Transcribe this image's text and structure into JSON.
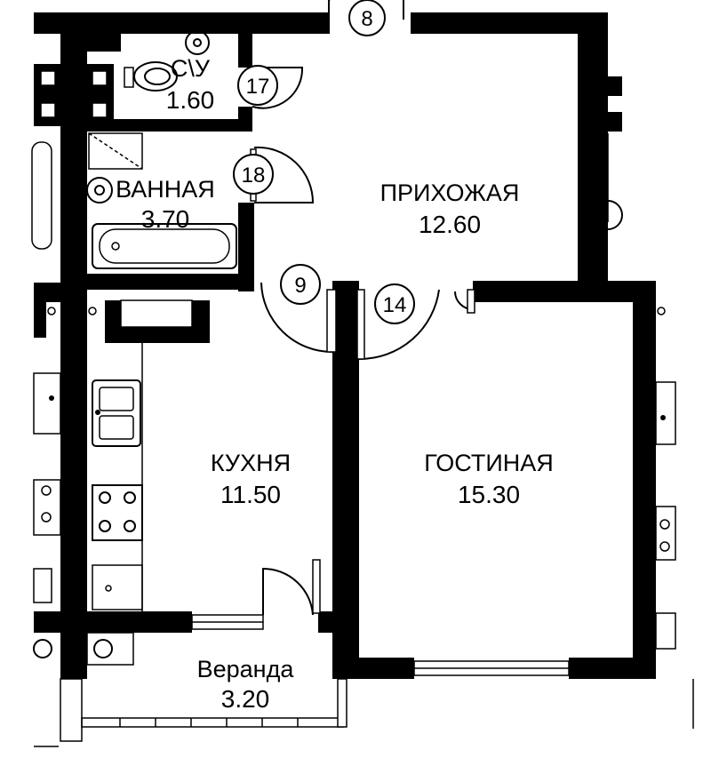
{
  "rooms": {
    "su": {
      "name": "С\\У",
      "area": "1.60"
    },
    "bath": {
      "name": "ВАННАЯ",
      "area": "3.70"
    },
    "hall": {
      "name": "ПРИХОЖАЯ",
      "area": "12.60"
    },
    "kitchen": {
      "name": "КУХНЯ",
      "area": "11.50"
    },
    "living": {
      "name": "ГОСТИНАЯ",
      "area": "15.30"
    },
    "veranda": {
      "name": "Веранда",
      "area": "3.20"
    }
  },
  "doors": {
    "d8": "8",
    "d17": "17",
    "d18": "18",
    "d9": "9",
    "d14": "14"
  }
}
